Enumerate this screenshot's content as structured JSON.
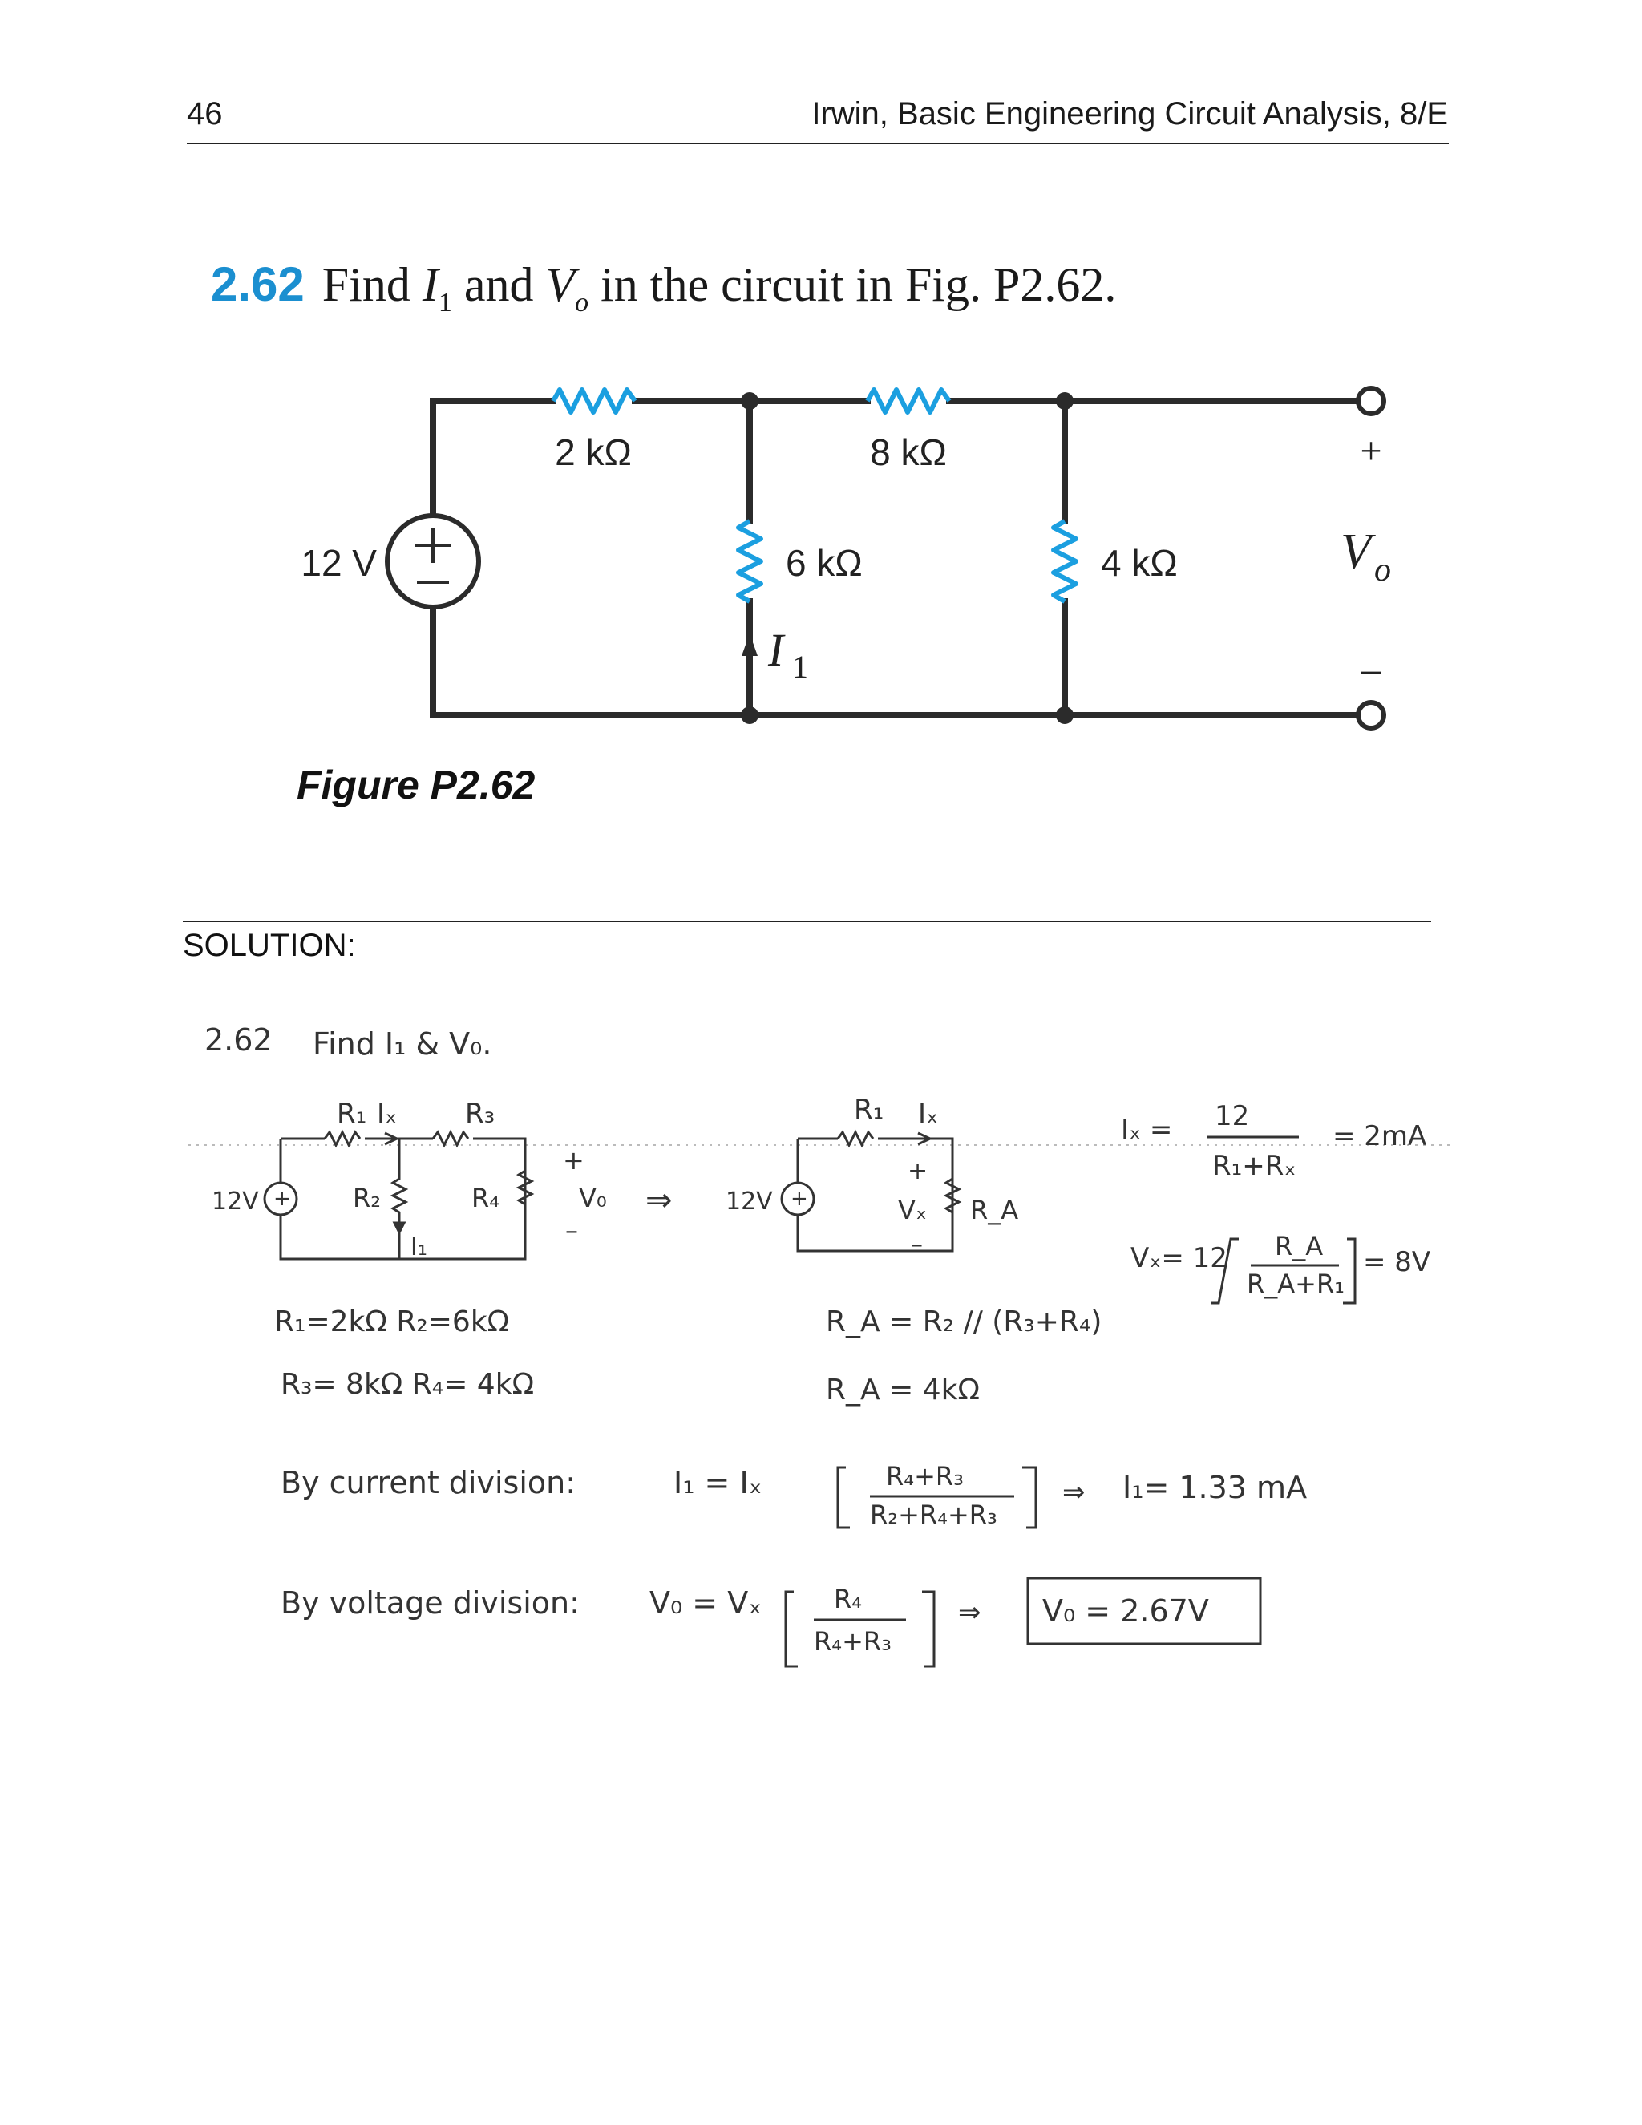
{
  "header": {
    "page_number": "46",
    "book_title": "Irwin, Basic Engineering Circuit Analysis, 8/E"
  },
  "problem": {
    "number": "2.62",
    "text_find": "Find",
    "var1_letter": "I",
    "var1_sub": "1",
    "text_and": "and",
    "var2_letter": "V",
    "var2_sub": "o",
    "text_rest": "in the circuit in Fig. P2.62."
  },
  "figure": {
    "caption": "Figure P2.62",
    "source_label": "12 V",
    "r1_label": "2 kΩ",
    "r2_label": "8 kΩ",
    "r3_label": "6 kΩ",
    "r4_label": "4 kΩ",
    "current_label": "I",
    "current_sub": "1",
    "vo_plus": "+",
    "vo_minus": "–",
    "vo_letter": "V",
    "vo_sub": "o",
    "colors": {
      "resistor": "#1b9fe0",
      "wire": "#2b2b2b"
    }
  },
  "solution": {
    "heading": "SOLUTION:",
    "hw": {
      "title_num": "2.62",
      "title_text": "Find I₁ & V₀.",
      "c1_r1": "R₁",
      "c1_ix": "Iₓ",
      "c1_r3": "R₃",
      "c1_r2": "R₂",
      "c1_r4": "R₄",
      "c1_src": "12V",
      "c1_plus": "+",
      "c1_minus": "–",
      "c1_vo": "V₀",
      "c1_i1": "I₁",
      "arrow": "⇒",
      "values_line1": "R₁=2kΩ   R₂=6kΩ",
      "values_line2": "R₃= 8kΩ   R₄= 4kΩ",
      "c2_r1": "R₁",
      "c2_ix": "Iₓ",
      "c2_src": "12V",
      "c2_plus": "+",
      "c2_minus": "–",
      "c2_vx": "Vₓ",
      "c2_ra": "R_A",
      "ra_eq": "R_A = R₂ // (R₃+R₄)",
      "ra_val": "R_A = 4kΩ",
      "ix_lhs": "Iₓ =",
      "ix_num": "12",
      "ix_den": "R₁+Rₓ",
      "ix_res": "= 2mA",
      "vx_lhs": "Vₓ= 12",
      "vx_num": "R_A",
      "vx_den": "R_A+R₁",
      "vx_res": "= 8V",
      "cd_label": "By current division:",
      "cd_lhs": "I₁ = Iₓ",
      "cd_num": "R₄+R₃",
      "cd_den": "R₂+R₄+R₃",
      "cd_arrow": "⇒",
      "cd_res": "I₁= 1.33 mA",
      "vd_label": "By voltage division:",
      "vd_lhs": "V₀ = Vₓ",
      "vd_num": "R₄",
      "vd_den": "R₄+R₃",
      "vd_arrow": "⇒",
      "vd_res": "V₀ = 2.67V"
    }
  }
}
